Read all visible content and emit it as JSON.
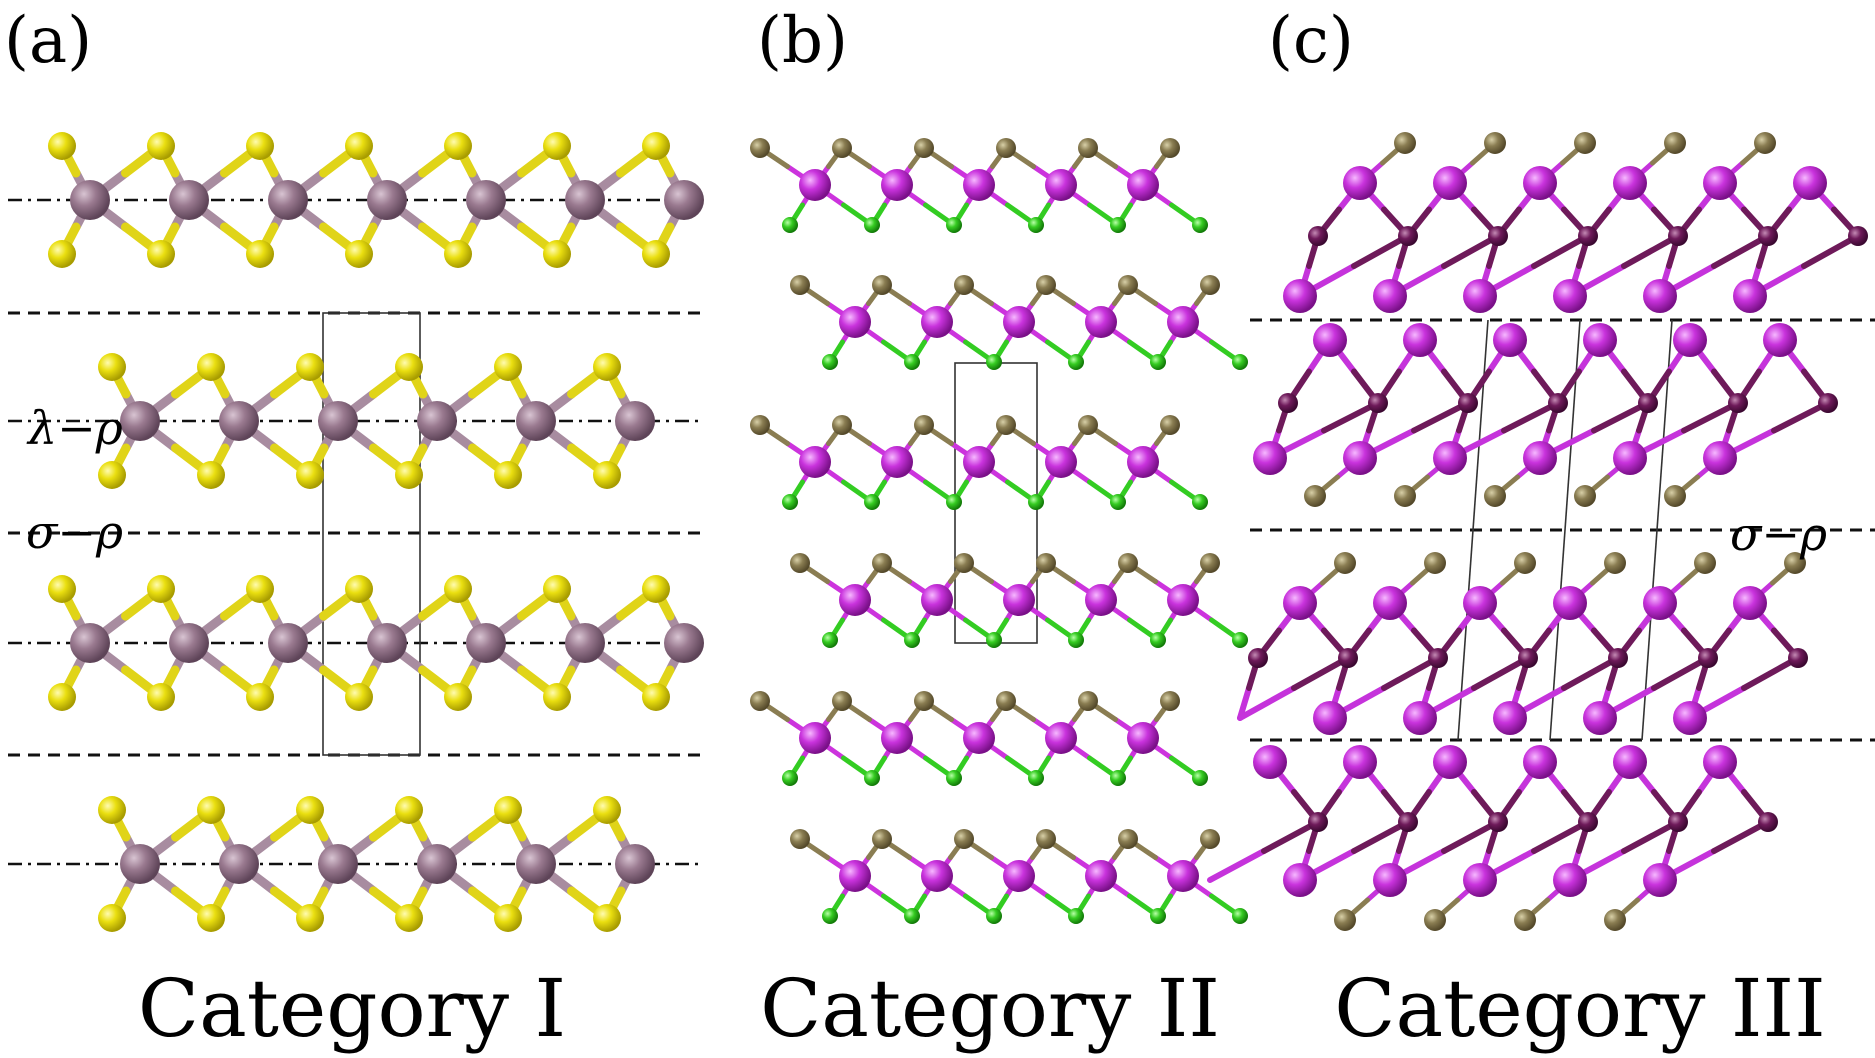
{
  "panels": [
    {
      "id": "a",
      "label": "(a)",
      "caption": "Category I",
      "annotations": [
        "λ−ρ",
        "σ−ρ"
      ],
      "colors": {
        "metal": "#9a7a90",
        "chalcogen": "#e6dc12",
        "chalcogen_bond": "#d8cc20"
      }
    },
    {
      "id": "b",
      "label": "(b)",
      "caption": "Category II",
      "annotations": [],
      "colors": {
        "metal": "#cc33dd",
        "top_atom": "#8a7d52",
        "bottom_atom": "#33cc22"
      }
    },
    {
      "id": "c",
      "label": "(c)",
      "caption": "Category III",
      "annotations": [
        "σ−ρ"
      ],
      "colors": {
        "large_atom": "#c533db",
        "small_atom": "#6e1a5a",
        "edge_atom": "#8a7d52"
      }
    }
  ]
}
